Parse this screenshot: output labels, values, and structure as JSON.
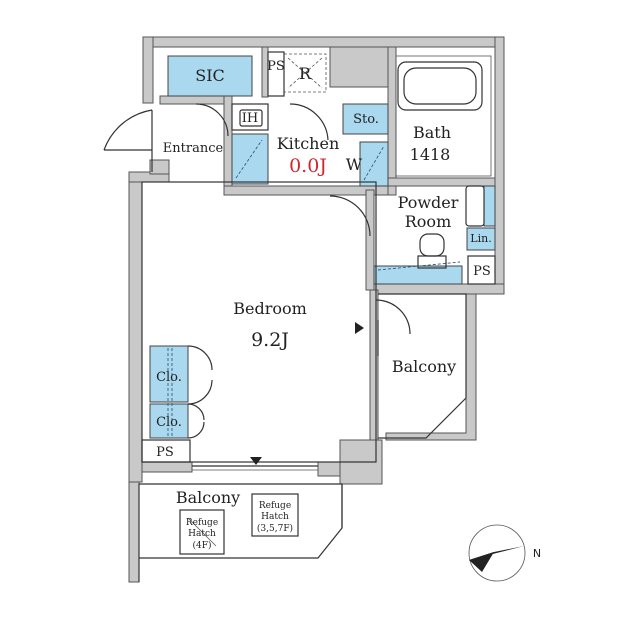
{
  "colors": {
    "wall": "#c9c9c9",
    "storage": "#a9d8ef",
    "line": "#333333",
    "area_accent": "#d2262e"
  },
  "rooms": {
    "sic": "SIC",
    "ps_top": "PS",
    "r": "R",
    "ih": "IH",
    "kitchen": "Kitchen",
    "kitchen_area": "0.0J",
    "sto": "Sto.",
    "w": "W",
    "bath": "Bath",
    "bath_size": "1418",
    "entrance": "Entrance",
    "powder_line1": "Powder",
    "powder_line2": "Room",
    "lin": "Lin.",
    "ps_right": "PS",
    "bedroom": "Bedroom",
    "bedroom_area": "9.2J",
    "balcony_right": "Balcony",
    "clo1": "Clo.",
    "clo2": "Clo.",
    "ps_left": "PS",
    "balcony_bottom": "Balcony",
    "refuge1_l1": "Refuge",
    "refuge1_l2": "Hatch",
    "refuge1_l3": "(4F)",
    "refuge2_l1": "Refuge",
    "refuge2_l2": "Hatch",
    "refuge2_l3": "(3,5,7F)",
    "north": "N"
  }
}
